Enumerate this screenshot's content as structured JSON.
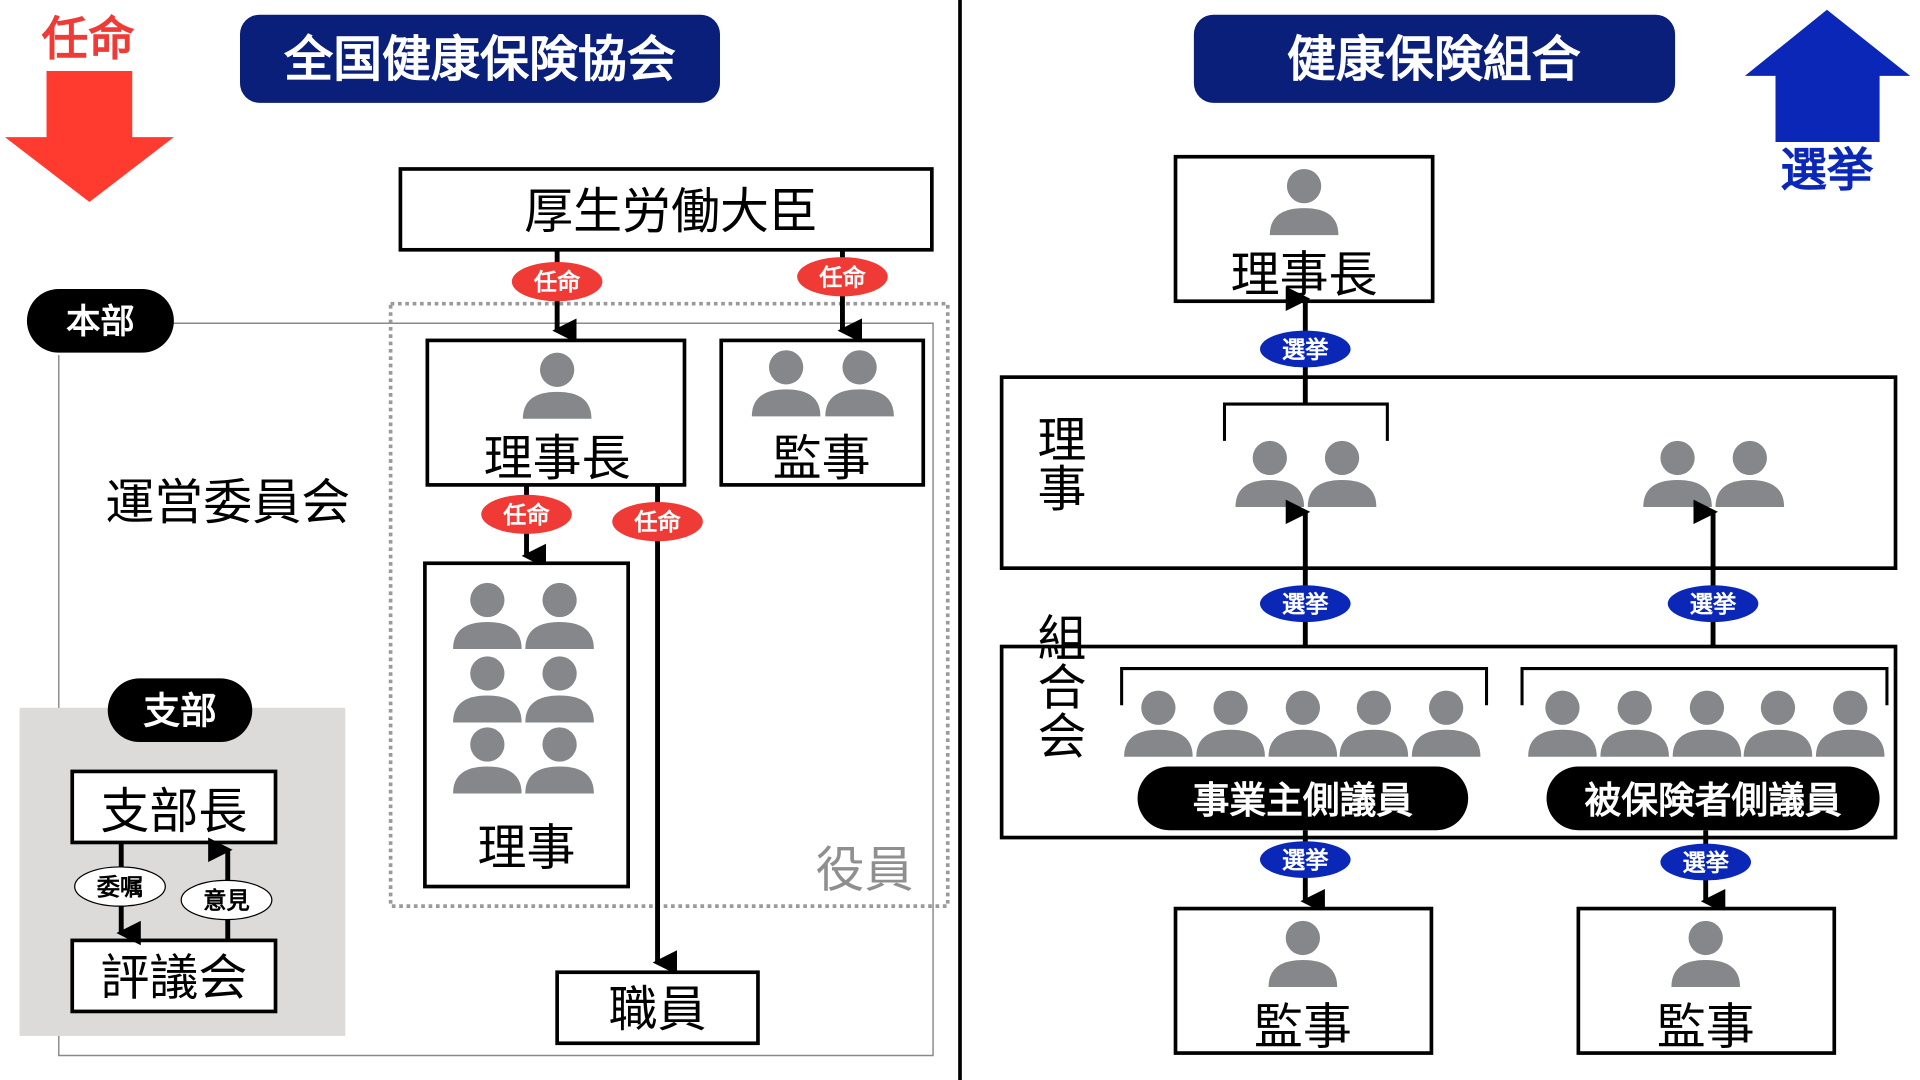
{
  "colors": {
    "appoint_red": "#ef3a36",
    "election_blue": "#0b27b8",
    "title_navy": "#0a1f7a",
    "person_gray": "#85878a",
    "branch_bg": "#dcdbda",
    "officers_gray_text": "#8f8f8f"
  },
  "left": {
    "legend_label": "任命",
    "legend_icon": "down-arrow-icon",
    "title": "全国健康保険協会",
    "minister": "厚生労働大臣",
    "appoint_badges": [
      "任命",
      "任命",
      "任命",
      "任命"
    ],
    "honbu_label": "本部",
    "steering_committee": "運営委員会",
    "chairman": "理事長",
    "auditors": "監事",
    "directors": "理事",
    "officers_label": "役員",
    "staff": "職員",
    "branch": {
      "label": "支部",
      "branch_head": "支部長",
      "council": "評議会",
      "commission_badge": "委嘱",
      "opinion_badge": "意見"
    }
  },
  "right": {
    "title": "健康保険組合",
    "legend_label": "選挙",
    "legend_icon": "up-arrow-icon",
    "chairman": "理事長",
    "directors_label": "理事",
    "assembly_label": "組合会",
    "employer_members": "事業主側議員",
    "insured_members": "被保険者側議員",
    "auditor_left": "監事",
    "auditor_right": "監事",
    "election_badges": [
      "選挙",
      "選挙",
      "選挙",
      "選挙",
      "選挙"
    ]
  }
}
